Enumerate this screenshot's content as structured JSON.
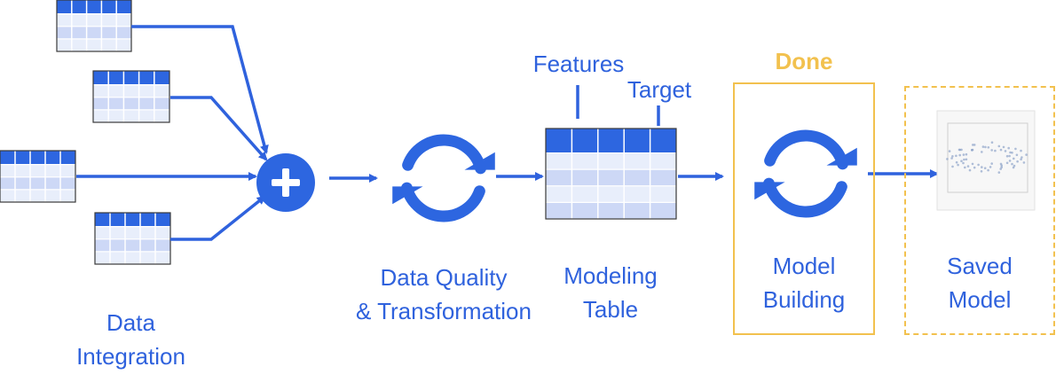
{
  "labels": {
    "data_integration": [
      "Data",
      "Integration"
    ],
    "data_quality": [
      "Data Quality",
      "& Transformation"
    ],
    "modeling_table": [
      "Modeling",
      "Table"
    ],
    "features": "Features",
    "target": "Target",
    "done": "Done",
    "model_building": [
      "Model",
      "Building"
    ],
    "saved_model": [
      "Saved",
      "Model"
    ]
  },
  "colors": {
    "primary": "#2f62dd",
    "header": "#2d66e0",
    "row_light": "#e8eefb",
    "row_mid": "#cdd8f6",
    "done": "#f2c14e"
  },
  "icons": {
    "join": "plus-circle-icon",
    "transform": "refresh-icon",
    "model_build": "refresh-icon",
    "saved_model": "scatter-plot-thumbnail"
  }
}
